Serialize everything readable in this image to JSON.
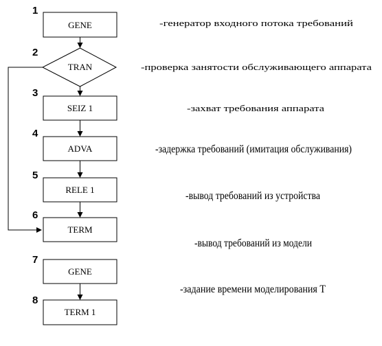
{
  "steps": [
    {
      "num": "1",
      "label": "GENE",
      "desc": "-генератор входного потока требований"
    },
    {
      "num": "2",
      "label": "TRAN",
      "desc": "-проверка занятости обслуживающего аппарата"
    },
    {
      "num": "3",
      "label": "SEIZ 1",
      "desc": "-захват требования аппарата"
    },
    {
      "num": "4",
      "label": "ADVA",
      "desc": "-задержка требований (имитация обслуживания)"
    },
    {
      "num": "5",
      "label": "RELE 1",
      "desc": "-вывод требований из устройства"
    },
    {
      "num": "6",
      "label": "TERM",
      "desc": "-вывод требований из модели"
    },
    {
      "num": "7",
      "label": "GENE",
      "desc": "-задание времени  моделирования T"
    },
    {
      "num": "8",
      "label": "TERM 1",
      "desc": ""
    }
  ]
}
